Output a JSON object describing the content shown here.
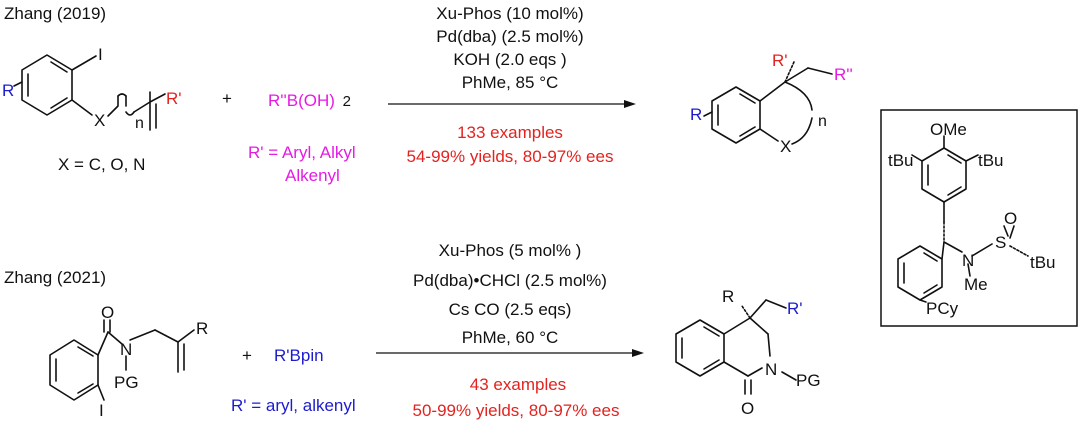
{
  "colors": {
    "red": "#e3231f",
    "magenta": "#e61be3",
    "blue": "#1c1ccf",
    "black": "#111111"
  },
  "reaction1": {
    "citation": "Zhang (2019)",
    "reactant_labels": {
      "r_sub": "R",
      "iodo": "I",
      "x": "X",
      "n": "n",
      "r_prime": "R'",
      "x_def": "X = C, O, N"
    },
    "plus": "+",
    "reagent": "R''B(OH)",
    "reagent_sub": "2",
    "reagent_note_1": "R' = Aryl, Alkyl",
    "reagent_note_2": "Alkenyl",
    "conditions": [
      "Xu-Phos (10 mol%)",
      "Pd(dba) (2.5 mol%)",
      "KOH (2.0 eqs )",
      "PhMe, 85 °C"
    ],
    "examples": "133 examples",
    "yields": "54-99% yields, 80-97%  ees",
    "product_labels": {
      "r_prime": "R'",
      "r_dprime": "R''",
      "r_sub": "R",
      "x": "X",
      "n": "n"
    }
  },
  "reaction2": {
    "citation": "Zhang (2021)",
    "reactant_labels": {
      "o": "O",
      "n": "N",
      "pg": "PG",
      "r": "R",
      "iodo": "I"
    },
    "plus": "+",
    "reagent": "R'Bpin",
    "reagent_note_prefix": "R' = ",
    "reagent_note_value": "aryl, alkenyl",
    "conditions": [
      "Xu-Phos (5 mol% )",
      "Pd(dba)•CHCl  (2.5 mol%)",
      "Cs CO (2.5 eqs)",
      "PhMe, 60 °C"
    ],
    "examples": "43 examples",
    "yields": "50-99% yields, 80-97%  ees",
    "product_labels": {
      "r": "R",
      "r_prime": "R'",
      "n": "N",
      "pg": "PG",
      "o": "O"
    }
  },
  "ligand": {
    "ome": "OMe",
    "tbu": "tBu",
    "s": "S",
    "o": "O",
    "n": "N",
    "me": "Me",
    "pcy": "PCy"
  }
}
